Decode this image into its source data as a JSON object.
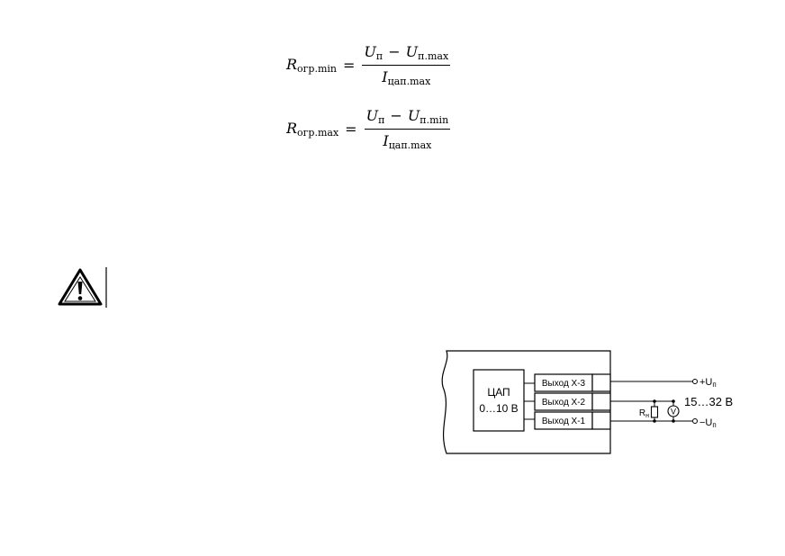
{
  "formulas": [
    {
      "lhs_symbol": "R",
      "lhs_sub": "огр.min",
      "eq": "=",
      "num_a": "U",
      "num_a_sub": "п",
      "op": "−",
      "num_b": "U",
      "num_b_sub": "п.max",
      "den": "I",
      "den_sub": "цап.max"
    },
    {
      "lhs_symbol": "R",
      "lhs_sub": "огр.max",
      "eq": "=",
      "num_a": "U",
      "num_a_sub": "п",
      "op": "−",
      "num_b": "U",
      "num_b_sub": "п.min",
      "den": "I",
      "den_sub": "цап.max"
    }
  ],
  "icons": {
    "warning": "warning-triangle-icon",
    "voltmeter": "voltmeter-icon",
    "resistor": "resistor-icon"
  },
  "diagram": {
    "dac_line1": "ЦАП",
    "dac_line2": "0…10 В",
    "outputs": [
      "Выход Х-3",
      "Выход Х-2",
      "Выход Х-1"
    ],
    "supply_plus": "+U",
    "supply_plus_sub": "п",
    "supply_minus": "−U",
    "supply_minus_sub": "п",
    "supply_range": "15…32 В",
    "load_label": "R",
    "load_label_sub": "н",
    "voltmeter_label": "V"
  }
}
